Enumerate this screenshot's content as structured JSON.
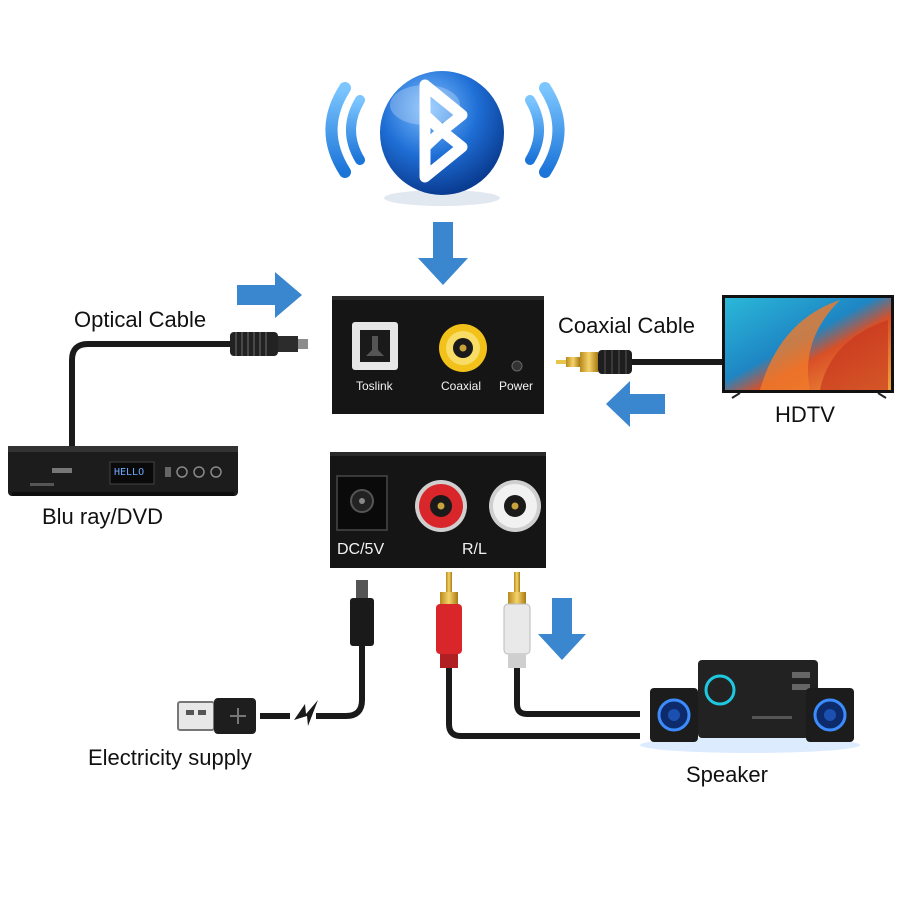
{
  "labels": {
    "optical_cable": "Optical Cable",
    "coaxial_cable": "Coaxial Cable",
    "hdtv": "HDTV",
    "bluray": "Blu ray/DVD",
    "electricity": "Electricity supply",
    "speaker": "Speaker"
  },
  "front_panel": {
    "toslink": "Toslink",
    "coaxial": "Coaxial",
    "power": "Power"
  },
  "back_panel": {
    "dc": "DC/5V",
    "rl": "R/L"
  },
  "player_display": "HELLO",
  "colors": {
    "arrow": "#3a86cf",
    "bluetooth": "#1f6fd6",
    "device_body": "#1a1a1a",
    "rca_red": "#d8262a",
    "rca_white": "#f1f1f1",
    "coax_gold": "#f2c21a"
  }
}
